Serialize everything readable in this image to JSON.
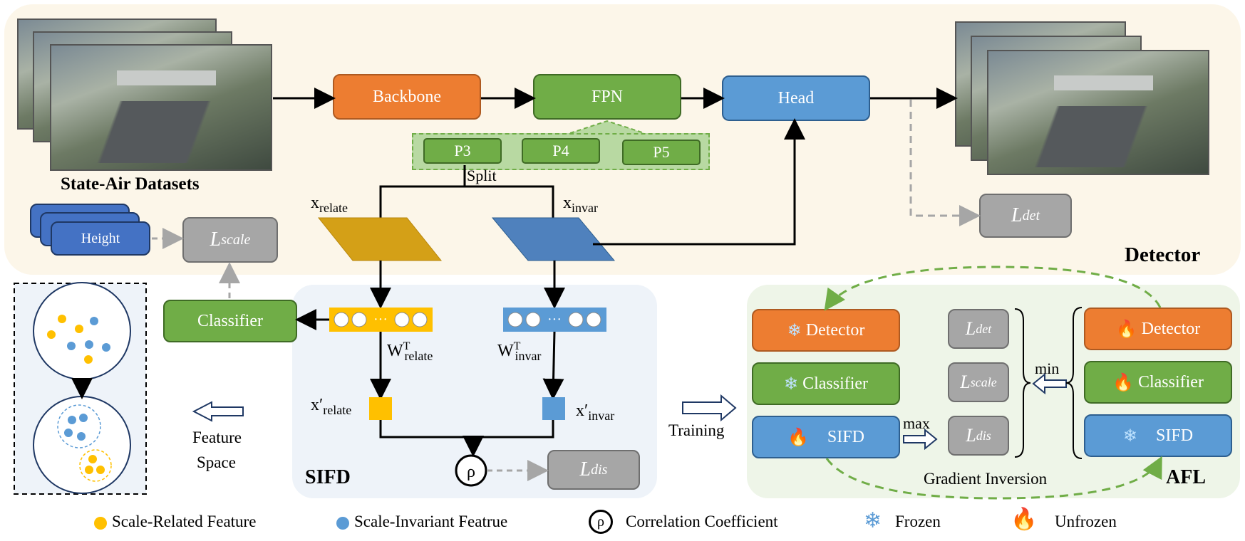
{
  "detector_panel": {
    "title": "Detector",
    "datasets_label": "State-Air Datasets",
    "height_label": "Height"
  },
  "pipeline": {
    "backbone": "Backbone",
    "fpn": "FPN",
    "head": "Head",
    "levels": [
      "P3",
      "P4",
      "P5"
    ],
    "split_label": "Split"
  },
  "losses": {
    "scale": "L",
    "scale_sub": "scale",
    "det": "L",
    "det_sub": "det",
    "dis": "L",
    "dis_sub": "dis"
  },
  "sifd": {
    "title": "SIFD",
    "x_relate": "x",
    "x_relate_sub": "relate",
    "x_invar": "x",
    "x_invar_sub": "invar",
    "w_relate": "W",
    "w_relate_sup": "T",
    "w_relate_sub": "relate",
    "w_invar": "W",
    "w_invar_sup": "T",
    "w_invar_sub": "invar",
    "xp_relate": "x′",
    "xp_relate_sub": "relate",
    "xp_invar": "x′",
    "xp_invar_sub": "invar",
    "rho": "ρ",
    "classifier": "Classifier"
  },
  "feature_space": {
    "label_line1": "Feature",
    "label_line2": "Space"
  },
  "afl": {
    "title": "AFL",
    "training": "Training",
    "left_modules": [
      "Detector",
      "Classifier",
      "SIFD"
    ],
    "right_modules": [
      "Detector",
      "Classifier",
      "SIFD"
    ],
    "max_label": "max",
    "min_label": "min",
    "gradient_label": "Gradient Inversion"
  },
  "legend": {
    "related": "Scale-Related Feature",
    "invariant": "Scale-Invariant Featrue",
    "correlation": "Correlation Coefficient",
    "frozen": "Frozen",
    "unfrozen": "Unfrozen"
  },
  "colors": {
    "orange": "#ed7d31",
    "green": "#70ad47",
    "blue": "#5b9bd5",
    "gray": "#a6a6a6",
    "yellow": "#ffc000",
    "dark_blue": "#4472c4"
  }
}
